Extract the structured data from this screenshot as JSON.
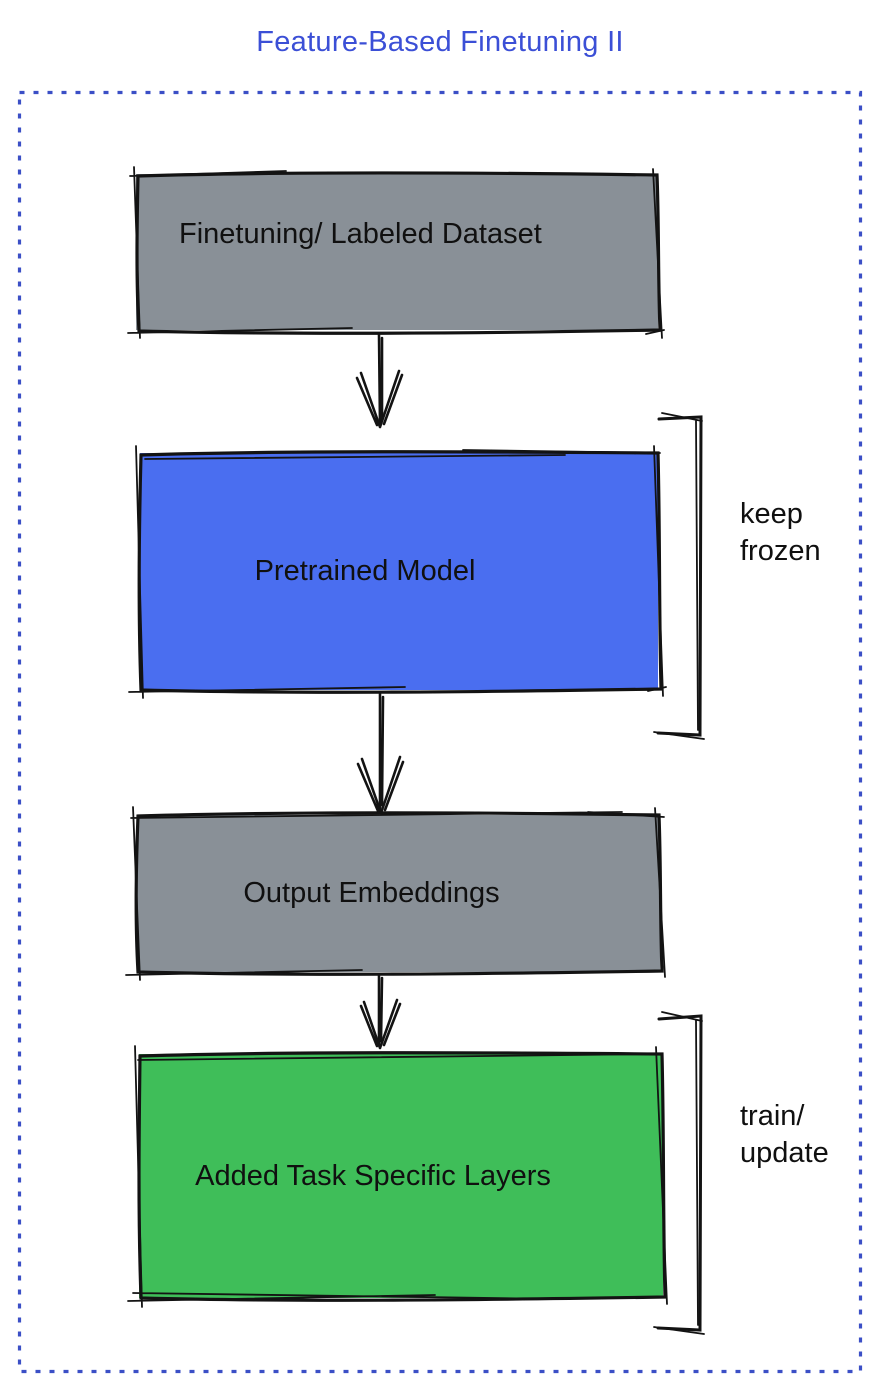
{
  "title": "Feature-Based Finetuning II",
  "boxes": [
    {
      "label": "Finetuning/ Labeled Dataset",
      "fill": "#899097"
    },
    {
      "label": "Pretrained Model",
      "fill": "#4A6EF0"
    },
    {
      "label": "Output Embeddings",
      "fill": "#899097"
    },
    {
      "label": "Added Task Specific Layers",
      "fill": "#3FBE59"
    }
  ],
  "annotations": [
    {
      "label": "keep\nfrozen"
    },
    {
      "label": "train/\nupdate"
    }
  ],
  "colors": {
    "title_text": "#3B4FD6",
    "frame_dotted": "#3B4FC6",
    "box_gray": "#899097",
    "box_blue": "#4A6EF0",
    "box_green": "#3FBE59",
    "ink_stroke": "#131313",
    "label_text": "#101010"
  }
}
